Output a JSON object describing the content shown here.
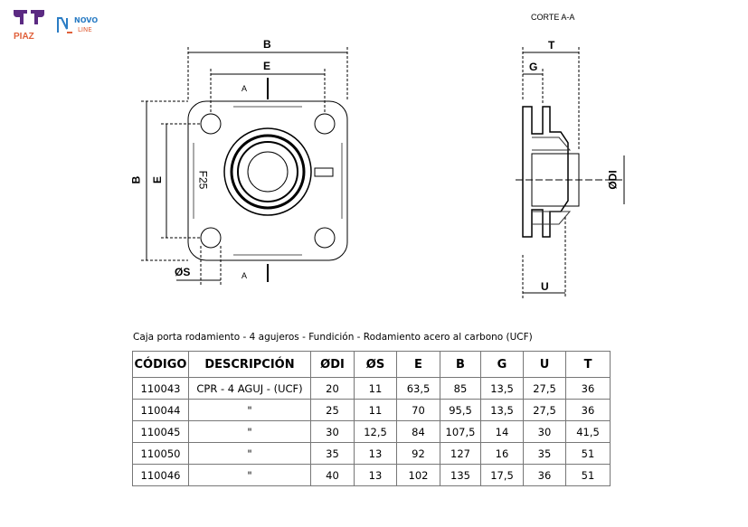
{
  "logos": {
    "piaz": "PIAZ",
    "novoline_top": "NOVO",
    "novoline_bottom": "LINE"
  },
  "drawing": {
    "front": {
      "dim_b_top": "B",
      "dim_e_top": "E",
      "section_a_top": "A",
      "section_a_bottom": "A",
      "dim_b_side": "B",
      "dim_e_side": "E",
      "dim_s": "ØS",
      "part_mark": "F25"
    },
    "section": {
      "title": "CORTE A-A",
      "dim_t": "T",
      "dim_g": "G",
      "dim_di": "ØDI",
      "dim_u": "U"
    }
  },
  "caption": "Caja porta rodamiento - 4 agujeros - Fundición - Rodamiento acero al carbono (UCF)",
  "table": {
    "headers": [
      "CÓDIGO",
      "DESCRIPCIÓN",
      "ØDI",
      "ØS",
      "E",
      "B",
      "G",
      "U",
      "T"
    ],
    "rows": [
      [
        "110043",
        "CPR - 4 AGUJ - (UCF)",
        "20",
        "11",
        "63,5",
        "85",
        "13,5",
        "27,5",
        "36"
      ],
      [
        "110044",
        "\"",
        "25",
        "11",
        "70",
        "95,5",
        "13,5",
        "27,5",
        "36"
      ],
      [
        "110045",
        "\"",
        "30",
        "12,5",
        "84",
        "107,5",
        "14",
        "30",
        "41,5"
      ],
      [
        "110050",
        "\"",
        "35",
        "13",
        "92",
        "127",
        "16",
        "35",
        "51"
      ],
      [
        "110046",
        "\"",
        "40",
        "13",
        "102",
        "135",
        "17,5",
        "36",
        "51"
      ]
    ]
  }
}
